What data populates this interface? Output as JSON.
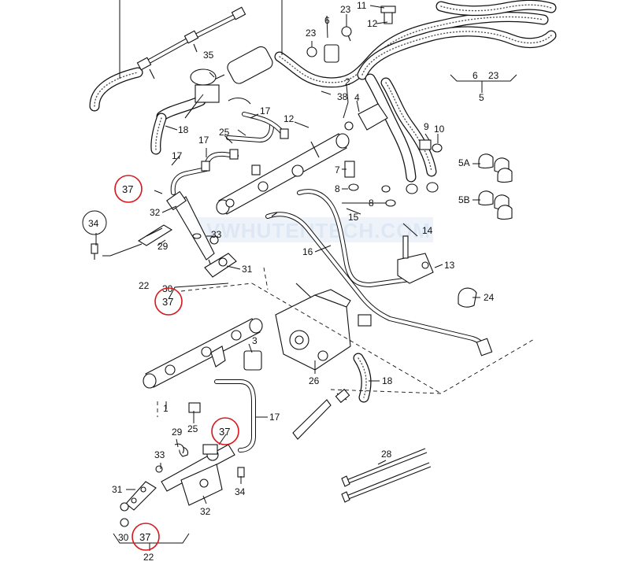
{
  "watermark": "VWHUTENTECH.COM",
  "highlight_color": "#d9161c",
  "labels": {
    "p1_left": "1",
    "p2": "2",
    "p3": "3",
    "p4": "4",
    "p5": "5",
    "p5a": "5A",
    "p5b": "5B",
    "p6": "6",
    "p6_top": "6",
    "p7": "7",
    "p8a": "8",
    "p8b": "8",
    "p9": "9",
    "p10": "10",
    "p11": "11",
    "p12a": "12",
    "p12b": "12",
    "p13": "13",
    "p14": "14",
    "p15": "15",
    "p16": "16",
    "p17a": "17",
    "p17b": "17",
    "p17c": "17",
    "p17d": "17",
    "p18a": "18",
    "p18b": "18",
    "p22a": "22",
    "p22b": "22",
    "p23a": "23",
    "p23b": "23",
    "p23c": "23",
    "p24": "24",
    "p25a": "25",
    "p25b": "25",
    "p26": "26",
    "p28": "28",
    "p29a": "29",
    "p29b": "29",
    "p30a": "30",
    "p30b": "30",
    "p31a": "31",
    "p31b": "31",
    "p32a": "32",
    "p32b": "32",
    "p33a": "33",
    "p33b": "33",
    "p34a": "34",
    "p34b": "34",
    "p35": "35",
    "p37a": "37",
    "p37b": "37",
    "p37c": "37",
    "p37d": "37",
    "p38": "38"
  }
}
